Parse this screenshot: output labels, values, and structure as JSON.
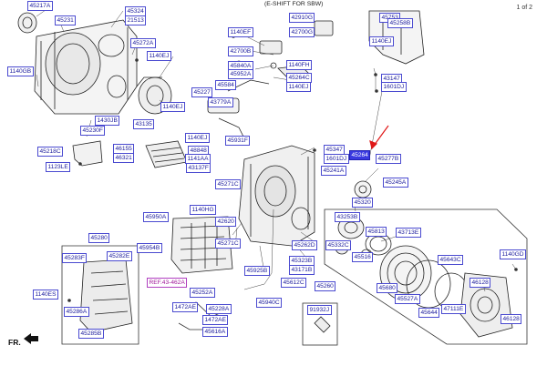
{
  "page_indicator": "1 of 2",
  "caption": "(E-SHIFT FOR SBW)",
  "front_marker": "FR.",
  "colors": {
    "label_text": "#1a1a9c",
    "label_border": "#4a4ad0",
    "highlight": "#3a3ae0",
    "arrow": "#e01818",
    "ref": "#a0189a"
  },
  "labels": {
    "l45217a": "45217A",
    "l45231": "45231",
    "l45324": "45324",
    "l21513": "21513",
    "l45272a": "45272A",
    "l1140ej_a": "1140EJ",
    "l1140gb": "1140GB",
    "l1430jb": "1430JB",
    "l45230f": "45230F",
    "l43135": "43135",
    "l1140ej_b": "1140EJ",
    "l45218c": "45218C",
    "l1123le": "1123LE",
    "l46155": "46155",
    "l46321": "46321",
    "l1140ef": "1140EF",
    "l42700b": "42700B",
    "l45840a": "45840A",
    "l45952a": "45952A",
    "l45584": "45584",
    "l45227": "45227",
    "l43779a": "43779A",
    "l1140ej_c": "1140EJ",
    "l45931f": "45931F",
    "l48848": "48848",
    "l1141aa": "1141AA",
    "l43137f": "43137F",
    "l45271c_a": "45271C",
    "l42910g": "42910G",
    "l42700g": "42700G",
    "l1140fh": "1140FH",
    "l45264c": "45264C",
    "l1140ej_d": "1140EJ",
    "l45753": "45753",
    "l45258b": "45258B",
    "l1140ej_e": "1140EJ",
    "l43147": "43147",
    "l1601dj_a": "1601DJ",
    "l45347": "45347",
    "l1601dj_b": "1601DJ",
    "l45241a": "45241A",
    "l45264": "45264",
    "l45277b": "45277B",
    "l45245a": "45245A",
    "l45320": "45320",
    "l1140hg": "1140HG",
    "l42620": "42620",
    "l45950a": "45950A",
    "l45954b": "45954B",
    "l45271c_b": "45271C",
    "l45280": "45280",
    "l45283f": "45283F",
    "l45282e": "45282E",
    "l45262d": "45262D",
    "l45323b": "45323B",
    "l43171b": "43171B",
    "l45925b": "45925B",
    "l45612c": "45612C",
    "l45260": "45260",
    "l45940c": "45940C",
    "l1140es": "1140ES",
    "l45252a": "45252A",
    "l1472ae_a": "1472AE",
    "l45228a": "45228A",
    "l1472ae_b": "1472AE",
    "l45616a": "45616A",
    "l45286a": "45286A",
    "l45285b": "45285B",
    "l91932j": "91932J",
    "l43253b": "43253B",
    "l45332c": "45332C",
    "l45813": "45813",
    "l43713e": "43713E",
    "l45516": "45516",
    "l45680": "45680",
    "l45527a": "45527A",
    "l45643c": "45643C",
    "l45644": "45644",
    "l47111e": "47111E",
    "l46128_a": "46128",
    "l46128_b": "46128",
    "l1140gd": "1140GD",
    "ref4346": "REF.43-462A"
  }
}
